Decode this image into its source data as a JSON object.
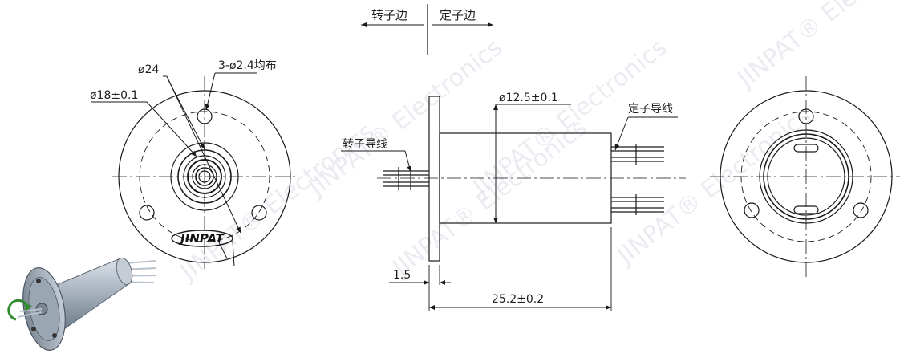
{
  "header": {
    "rotor_side": "转子边",
    "stator_side": "定子边"
  },
  "front_view": {
    "dim_d24": "ø24",
    "dim_holes": "3-ø2.4均布",
    "dim_d18": "ø18±0.1",
    "logo": "JINPAT"
  },
  "side_view": {
    "dim_d12_5": "ø12.5±0.1",
    "stator_wires": "定子导线",
    "rotor_wires": "转子导线",
    "dim_flange": "1.5",
    "dim_length": "25.2±0.2"
  },
  "watermark": {
    "text": "JINPAT® Electronics"
  },
  "colors": {
    "line": "#1a1a1a",
    "watermark": "#d9dee6",
    "product_body": "#9aa7b3",
    "rotor_arrow": "#2e8b2e"
  }
}
